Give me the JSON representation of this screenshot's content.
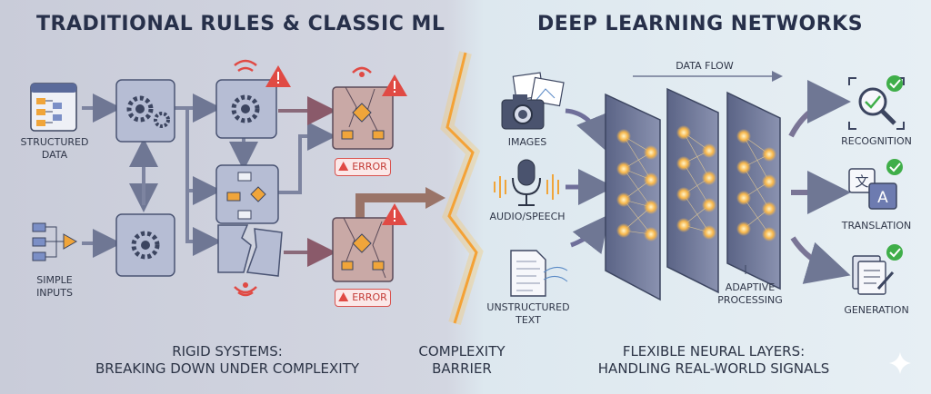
{
  "left": {
    "title": "TRADITIONAL RULES & CLASSIC ML",
    "input_structured": "STRUCTURED\nDATA",
    "input_simple": "SIMPLE\nINPUTS",
    "error_label": "ERROR",
    "caption": "RIGID SYSTEMS:\nBREAKING DOWN UNDER COMPLEXITY"
  },
  "middle": {
    "caption": "COMPLEXITY\nBARRIER"
  },
  "right": {
    "title": "DEEP LEARNING NETWORKS",
    "data_flow": "DATA FLOW",
    "input_images": "IMAGES",
    "input_audio": "AUDIO/SPEECH",
    "input_text": "UNSTRUCTURED\nTEXT",
    "adaptive": "ADAPTIVE\nPROCESSING",
    "out_recognition": "RECOGNITION",
    "out_translation": "TRANSLATION",
    "out_generation": "GENERATION",
    "caption": "FLEXIBLE NEURAL LAYERS:\nHANDLING REAL-WORLD SIGNALS"
  },
  "colors": {
    "arrow": "#7d84a0",
    "error": "#e04a44",
    "success": "#3fae49",
    "neuron": "#f2a93b",
    "barrier": "#f4a236"
  }
}
